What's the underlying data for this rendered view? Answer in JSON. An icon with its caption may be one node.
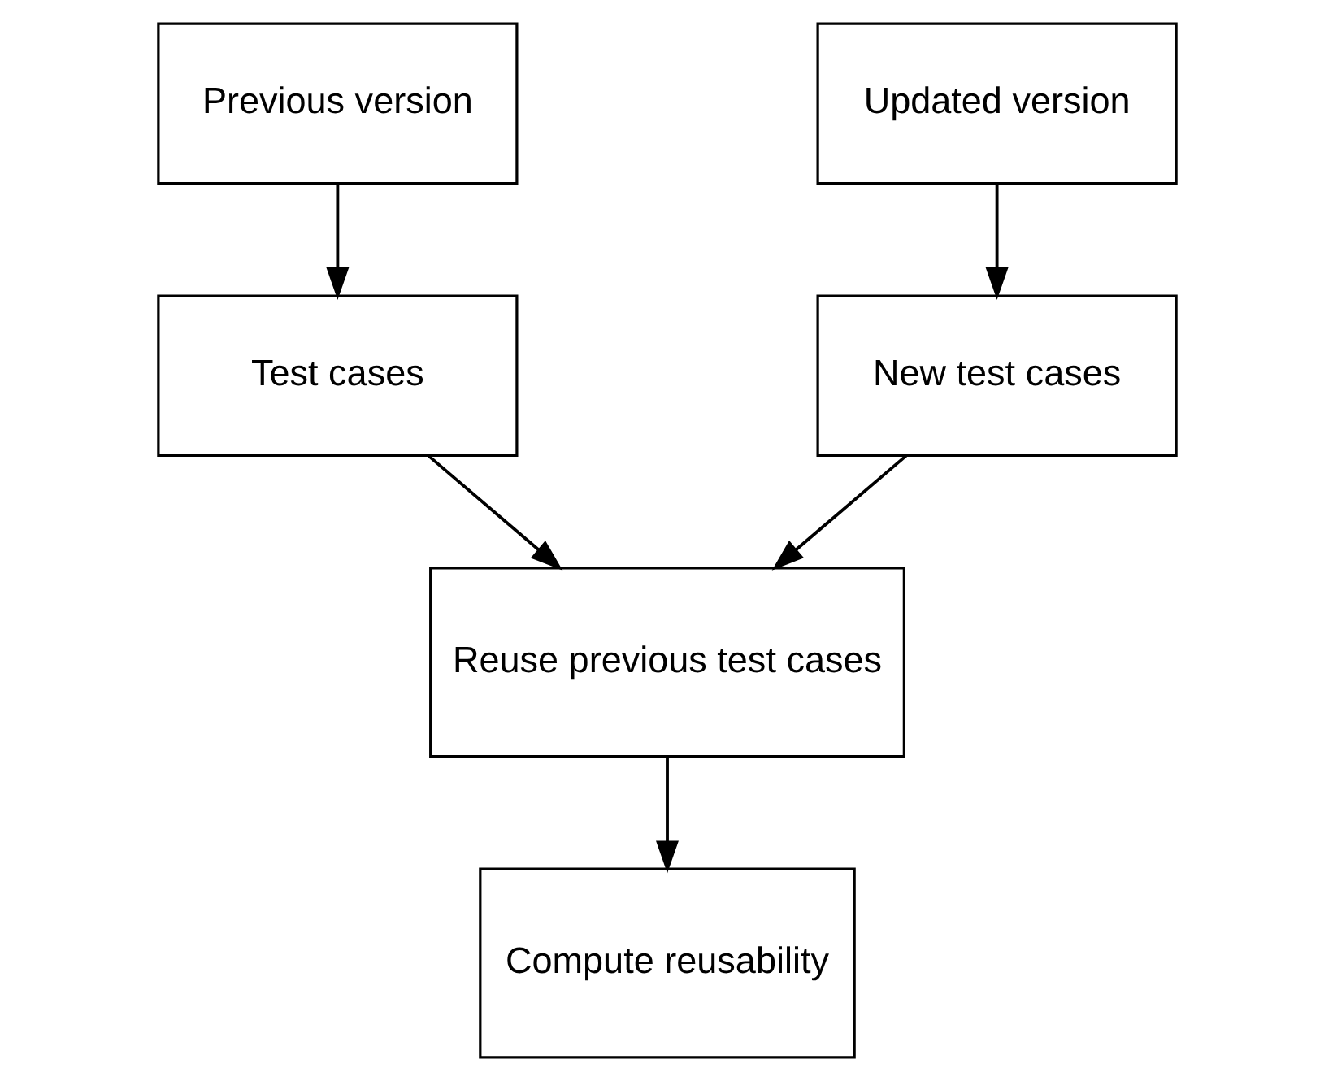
{
  "diagram": {
    "nodes": [
      {
        "text": [
          "Previous version"
        ]
      },
      {
        "text": [
          "Updated version"
        ]
      },
      {
        "text": [
          "Test cases"
        ]
      },
      {
        "text": [
          "New test cases"
        ]
      },
      {
        "text": [
          "Reuse previous test cases"
        ]
      },
      {
        "text": [
          "Compute reusability"
        ]
      }
    ],
    "edges": [
      {
        "from": 0,
        "to": 2,
        "arrow": "to"
      },
      {
        "from": 1,
        "to": 3,
        "arrow": "to"
      },
      {
        "from": 2,
        "to": 4,
        "arrow": "to"
      },
      {
        "from": 3,
        "to": 4,
        "arrow": "to"
      },
      {
        "from": 4,
        "to": 5,
        "arrow": "to"
      }
    ]
  }
}
